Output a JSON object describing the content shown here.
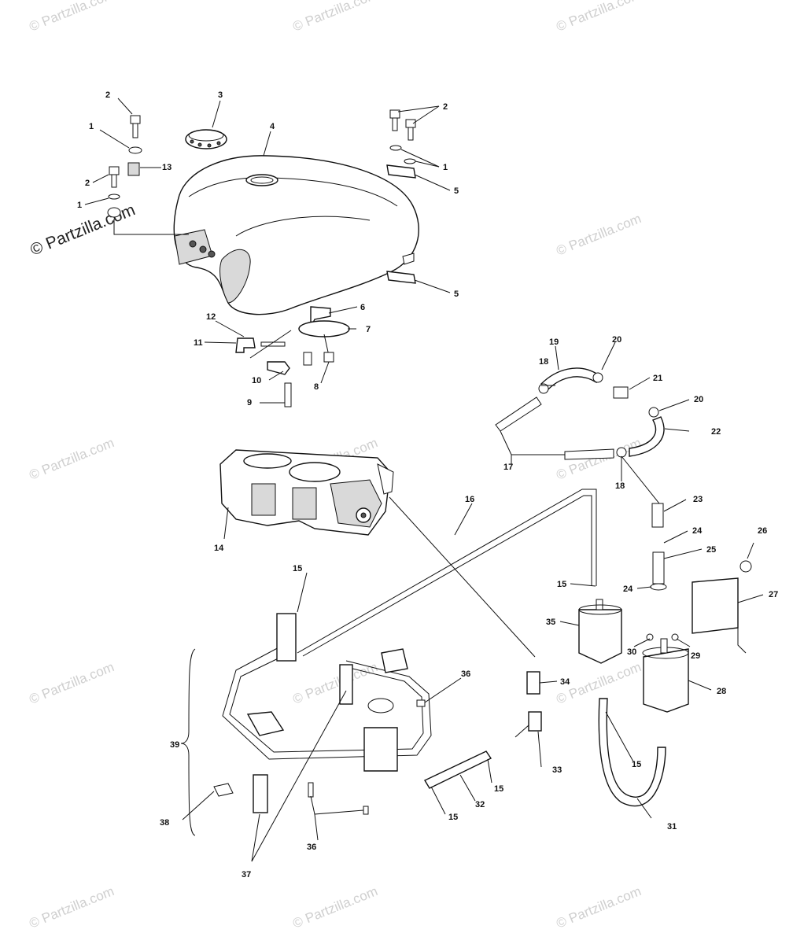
{
  "watermark": "© Partzilla.com",
  "copyright": "© Partzilla.com",
  "callouts": [
    "1",
    "2",
    "3",
    "4",
    "5",
    "6",
    "7",
    "8",
    "9",
    "10",
    "11",
    "12",
    "13",
    "14",
    "15",
    "16",
    "17",
    "18",
    "19",
    "20",
    "21",
    "22",
    "23",
    "24",
    "25",
    "26",
    "27",
    "28",
    "29",
    "30",
    "31",
    "32",
    "33",
    "34",
    "35",
    "36",
    "37",
    "38",
    "39"
  ]
}
